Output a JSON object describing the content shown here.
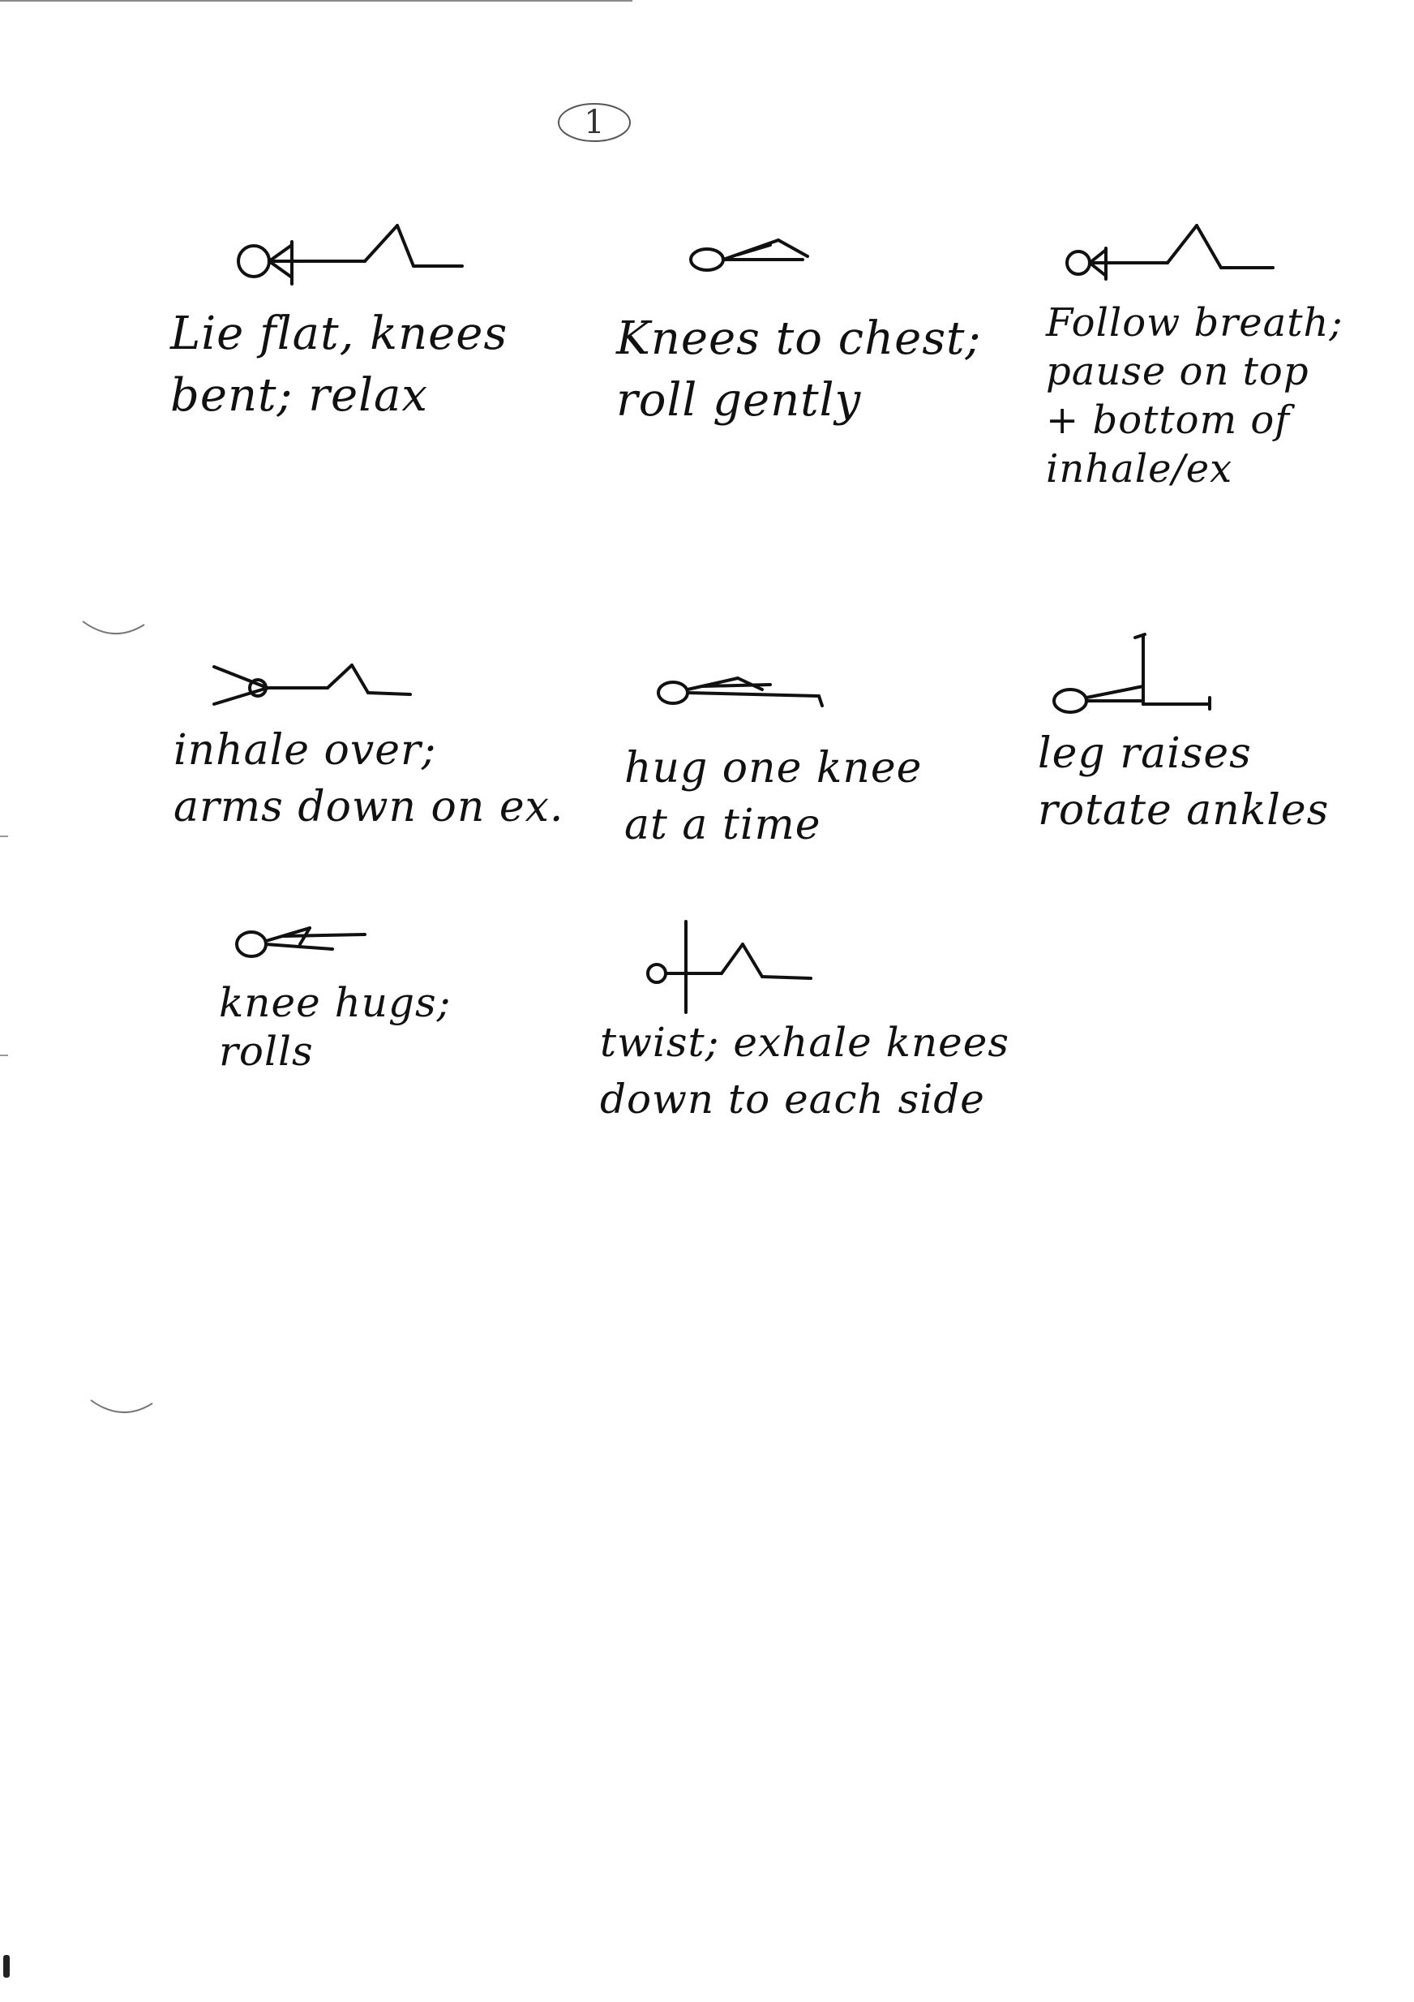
{
  "page": {
    "number": "1",
    "ink_color": "#111111",
    "paper_color": "#ffffff"
  },
  "exercises": [
    {
      "id": "ex-1",
      "icon": "stick-figure-lying-knees-bent",
      "note": "Lie flat, knees\nbent; relax"
    },
    {
      "id": "ex-2",
      "icon": "stick-figure-knees-to-chest",
      "note": "Knees to chest;\nroll gently"
    },
    {
      "id": "ex-3",
      "icon": "stick-figure-lying-knees-bent",
      "note": "Follow breath;\npause on top\n+ bottom of\ninhale/ex"
    },
    {
      "id": "ex-4",
      "icon": "stick-figure-arms-overhead-knees-bent",
      "note": "inhale over;\narms down on ex."
    },
    {
      "id": "ex-5",
      "icon": "stick-figure-hug-one-knee",
      "note": "hug one knee\nat a time"
    },
    {
      "id": "ex-6",
      "icon": "stick-figure-leg-raise",
      "note": "leg raises\nrotate ankles"
    },
    {
      "id": "ex-7",
      "icon": "stick-figure-knee-hug",
      "note": "knee hugs;\nrolls"
    },
    {
      "id": "ex-8",
      "icon": "stick-figure-twist-arms-out",
      "note": "twist; exhale knees\ndown to each side"
    }
  ]
}
